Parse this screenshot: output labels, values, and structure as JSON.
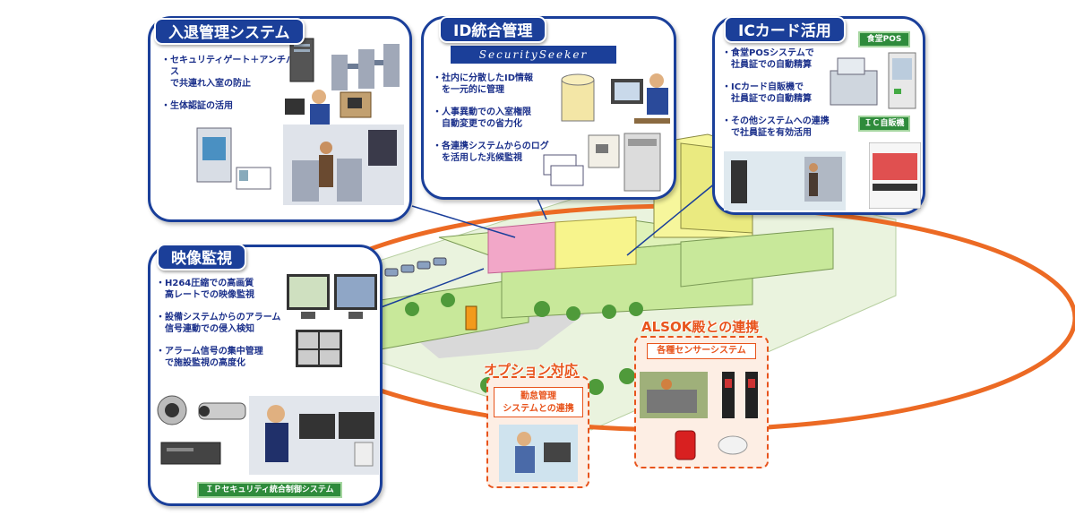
{
  "panels": {
    "entry": {
      "title": "入退管理システム",
      "items": [
        "セキュリティゲート＋アンチパス\nで共連れ入室の防止",
        "生体認証の活用"
      ]
    },
    "id": {
      "title": "ID統合管理",
      "logo": "SecuritySeeker",
      "items": [
        "社内に分散したID情報\nを一元的に管理",
        "人事異動での入室権限\n自動変更での省力化",
        "各連携システムからのログ\nを活用した兆候監視"
      ]
    },
    "ic": {
      "title": "ICカード活用",
      "items": [
        "食堂POSシステムで\n社員証での自動精算",
        "ICカード自販機で\n社員証での自動精算",
        "その他システムへの連携\nで社員証を有効活用"
      ],
      "tag_pos": "食堂POS",
      "tag_vending": "ＩＣ自販機"
    },
    "video": {
      "title": "映像監視",
      "items": [
        "H264圧縮での高画質\n高レートでの映像監視",
        "設備システムからのアラーム\n信号連動での侵入検知",
        "アラーム信号の集中管理\nで施設監視の高度化"
      ],
      "footer": "ＩＰセキュリティ統合制御システム"
    }
  },
  "option": {
    "title": "オプション対応",
    "box": "勤怠管理\nシステムとの連携"
  },
  "alsok": {
    "title": "ALSOK殿との連携",
    "box": "各種センサーシステム"
  },
  "colors": {
    "panel_border": "#1a3f9a",
    "title_bg": "#1b3f99",
    "orange": "#e8541c",
    "building_green": "#c8e89a",
    "room_pink": "#f2a7c8",
    "room_yellow": "#f7f48c",
    "green_tag": "#2e8b3b"
  },
  "icons": [
    "server-icon",
    "security-gate-icon",
    "pc-user-icon",
    "fingerprint-reader-icon",
    "card-reader-icon",
    "id-card-icon",
    "monitor-icon",
    "camera-icon",
    "recorder-icon",
    "guard-icon",
    "pos-terminal-icon",
    "vending-machine-icon",
    "sensor-icon",
    "beam-sensor-icon",
    "smoke-detector-icon",
    "siren-icon",
    "tree-icon",
    "car-icon"
  ]
}
